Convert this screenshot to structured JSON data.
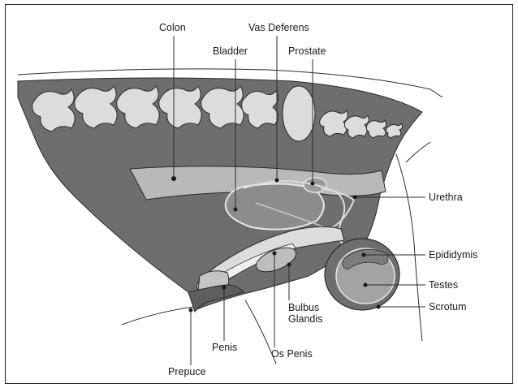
{
  "diagram": {
    "labels": {
      "colon": "Colon",
      "vas_deferens": "Vas Deferens",
      "bladder": "Bladder",
      "prostate": "Prostate",
      "urethra": "Urethra",
      "epididymis": "Epididymis",
      "testes": "Testes",
      "scrotum": "Scrotum",
      "bulbus_glandis_line1": "Bulbus",
      "bulbus_glandis_line2": "Glandis",
      "penis": "Penis",
      "os_penis": "Os Penis",
      "prepuce": "Prepuce"
    },
    "colors": {
      "body": "#6e6e6e",
      "spine": "#dcdcdc",
      "colon": "#b9b9b9",
      "organ": "#8c8c8c",
      "testes": "#a3a3a3",
      "outline": "#2a2a2a"
    }
  }
}
